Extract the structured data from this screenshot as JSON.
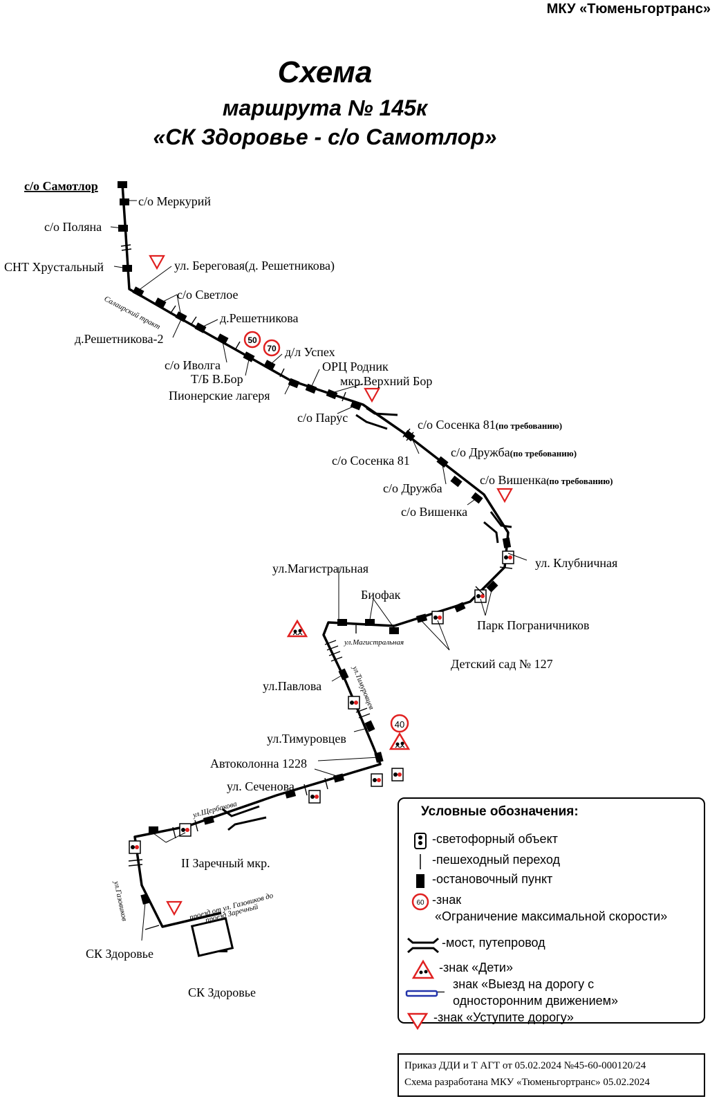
{
  "header": {
    "org": "МКУ «Тюменьгортранс»",
    "title": "Схема",
    "subtitle": "маршрута № 145к",
    "route": "«СК Здоровье - с/о Самотлор»"
  },
  "stops": {
    "samotlor": "с/о Самотлор",
    "merkury": "с/о Меркурий",
    "polyana": "с/о Поляна",
    "hrustalny": "СНТ Хрустальный",
    "beregovaya": "ул. Береговая(д. Решетникова)",
    "svetloe": "с/о Светлое",
    "reshetnikova": "д.Решетникова",
    "reshetnikova2": "д.Решетникова-2",
    "iivolga": "с/о Иволга",
    "tbvbor": "Т/Б В.Бор",
    "uspeh": "д/л Успех",
    "orc": "ОРЦ Родник",
    "verhny_bor": "мкр.Верхний Бор",
    "pionerskie": "Пионерские лагеря",
    "parus": "с/о Парус",
    "sosenka81_req": "с/о Сосенка 81",
    "sosenka81": "с/о Сосенка 81",
    "druzhba_req": "с/о Дружба",
    "druzhba": "с/о Дружба",
    "vishenka_req": "с/о Вишенка",
    "vishenka": "с/о Вишенка",
    "on_request": "(по требованию)",
    "klubnichnaya": "ул. Клубничная",
    "magistralnaya": "ул.Магистральная",
    "biofak": "Биофак",
    "park": "Парк Пограничников",
    "detsad": "Детский сад № 127",
    "pavlova": "ул.Павлова",
    "timurovtsev": "ул.Тимуровцев",
    "avtokolonna": "Автоколонна 1228",
    "sechenova": "ул. Сеченова",
    "zarechny": "II Заречный мкр.",
    "sk_zdorovye_1": "СК Здоровье",
    "sk_zdorovye_2": "СК Здоровье"
  },
  "streets": {
    "salairsky": "Салаирский тракт",
    "magistralnaya": "ул.Магистральная",
    "timurovtsev": "ул.Тимуровцев",
    "scherbakova": "ул.Щербакова",
    "gazovikov": "ул.Газовиков",
    "proezd": "проезд от ул. Газовиков до",
    "proezd2": "проезд Заречный"
  },
  "speed_signs": [
    "50",
    "70",
    "40"
  ],
  "legend": {
    "heading": "Условные обозначения:",
    "traffic_light": "-светофорный объект",
    "crossing": "-пешеходный переход",
    "stop": "-остановочный пункт",
    "speed_sign_value": "60",
    "speed_1": "-знак",
    "speed_2": "«Ограничение максимальной скорости»",
    "bridge": "-мост, путепровод",
    "children": "-знак «Дети»",
    "oneway_dash": "–",
    "oneway_1": "знак «Выезд на дорогу с",
    "oneway_2": "односторонним движением»",
    "yield": "-знак «Уступите дорогу»"
  },
  "footer": {
    "line1": "Приказ ДДИ и Т АГТ от 05.02.2024 №45-60-000120/24",
    "line2": "Схема разработана МКУ «Тюменьгортранс» 05.02.2024"
  },
  "colors": {
    "route": "#000000",
    "sign_red": "#e02020",
    "oneway_blue": "#2233aa"
  }
}
